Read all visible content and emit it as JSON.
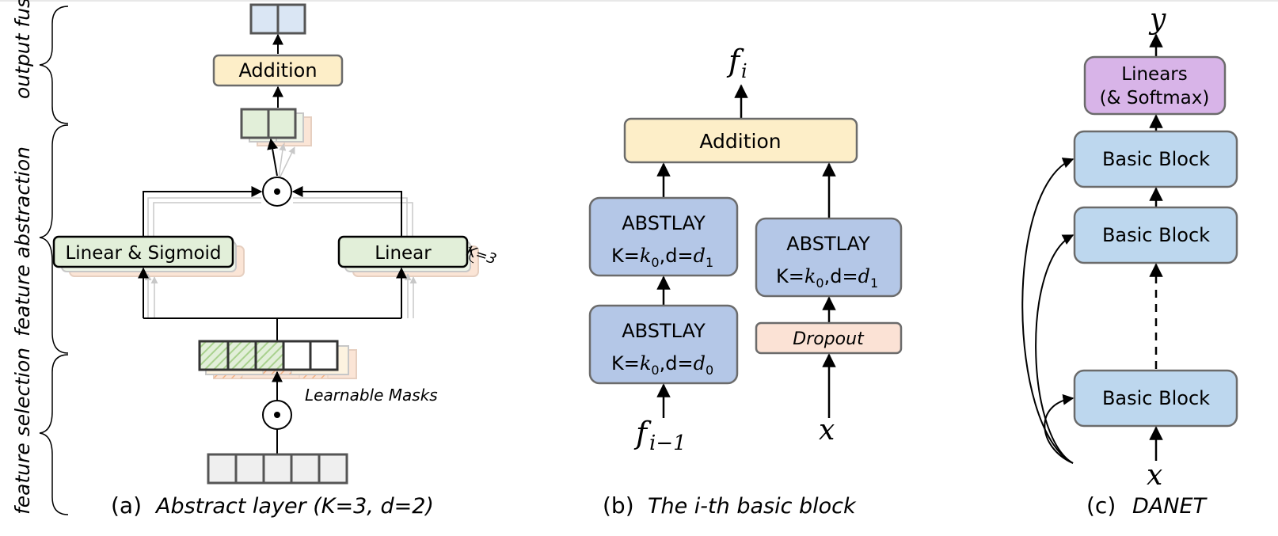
{
  "panel_a": {
    "side_labels": {
      "output_fusion": "output fusion",
      "feature_abstraction": "feature abstraction",
      "feature_selection": "feature selection"
    },
    "addition": "Addition",
    "linear_sigmoid": "Linear & Sigmoid",
    "linear": "Linear",
    "k_annotation": "K=3",
    "masks_label": "Learnable Masks",
    "caption_prefix": "(a)",
    "caption_text": "Abstract layer (K=3, d=2)"
  },
  "panel_b": {
    "output_var": "f",
    "output_sub": "i",
    "addition": "Addition",
    "abst_top": {
      "name": "ABSTLAY",
      "k_label": "K=",
      "k_val": "k",
      "k_sub": "0",
      "d_label": ",d=",
      "d_val": "d",
      "d_sub": "1"
    },
    "abst_bottom": {
      "name": "ABSTLAY",
      "k_label": "K=",
      "k_val": "k",
      "k_sub": "0",
      "d_label": ",d=",
      "d_val": "d",
      "d_sub": "0"
    },
    "abst_right": {
      "name": "ABSTLAY",
      "k_label": "K=",
      "k_val": "k",
      "k_sub": "0",
      "d_label": ",d=",
      "d_val": "d",
      "d_sub": "1"
    },
    "dropout": "Dropout",
    "input_left_var": "f",
    "input_left_sub": "i−1",
    "input_right_var": "x",
    "caption_prefix": "(b)",
    "caption_text": "The i-th basic block"
  },
  "panel_c": {
    "output_var": "y",
    "linears_line1": "Linears",
    "linears_line2": "(& Softmax)",
    "blocks": [
      "Basic Block",
      "Basic Block",
      "Basic Block"
    ],
    "input_var": "x",
    "caption_prefix": "(c)",
    "caption_text": "DANET"
  },
  "colors": {
    "yellow_fill": "#fdeec8",
    "green_fill": "#e2efd9",
    "blue_box_fill": "#b4c7e7",
    "light_blue_fill": "#bdd7ee",
    "purple_fill": "#d8b4e8",
    "dropout_fill": "#fbe2d5",
    "vector_blue": "#dae6f4",
    "vector_gray": "#efefef",
    "stroke": "#6b6b6b"
  }
}
